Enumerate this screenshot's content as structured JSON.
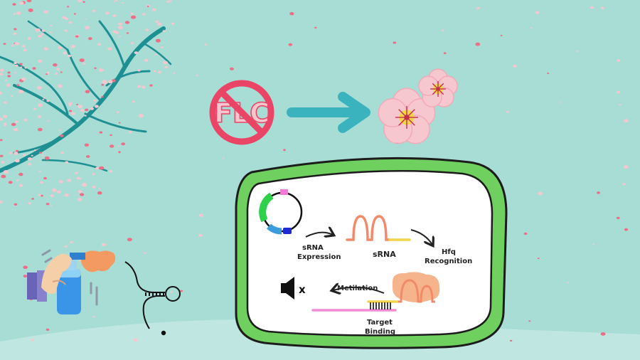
{
  "colors": {
    "background": "#a8ddd6",
    "ground": "#bfe6e0",
    "branch": "#1e8f92",
    "petal_light": "#f6c7cf",
    "petal_dark": "#ec6f86",
    "no_sign": "#ea4466",
    "arrow": "#3bb3bf",
    "cell_wall": "#6fcf5f",
    "cell_outline": "#1c1c1c",
    "plasmid_green": "#2ed14a",
    "plasmid_blue": "#3a9cdc",
    "plasmid_navy": "#1f2bd1",
    "plasmid_pink": "#f07ad6",
    "rna_orange": "#f28a6a",
    "rna_yellow": "#f4d44a",
    "target_pink": "#f28ad6",
    "hfq_blob": "#f6b48c"
  },
  "icons": {
    "no_flc": "prohibition-sign-icon",
    "flowers": "cherry-blossom-icon",
    "spray": "spray-bottle-hand-icon",
    "silenced": "speaker-muted-icon",
    "sirna": "hairpin-rna-icon",
    "plasmid": "plasmid-icon"
  },
  "labels": {
    "flc": "FLC",
    "srna_expression_1": "sRNA",
    "srna_expression_2": "Expression",
    "srna": "sRNA",
    "hfq_1": "Hfq",
    "hfq_2": "Recognition",
    "metilation": "Metilation",
    "target_1": "Target",
    "target_2": "Binding",
    "mute_mark": "x"
  }
}
